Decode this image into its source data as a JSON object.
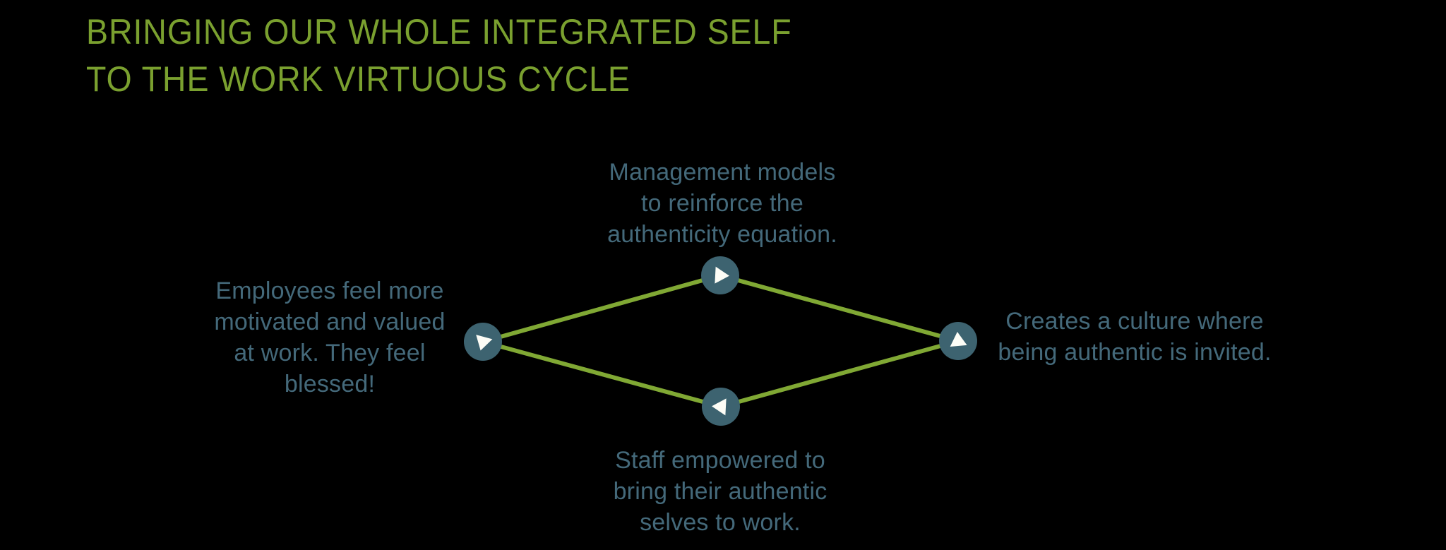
{
  "title": {
    "line1": "BRINGING OUR WHOLE INTEGRATED SELF",
    "line2": "TO THE WORK VIRTUOUS CYCLE"
  },
  "diagram": {
    "type": "virtuous-cycle",
    "shape": "diamond",
    "nodes": [
      {
        "id": "top",
        "position": "top",
        "label": "Management models\nto reinforce the\nauthenticity equation.",
        "icon": "play-arrow-right-icon"
      },
      {
        "id": "right",
        "position": "right",
        "label": "Creates a culture where\nbeing authentic is invited.",
        "icon": "play-arrow-up-icon"
      },
      {
        "id": "bottom",
        "position": "bottom",
        "label": "Staff empowered to\nbring their authentic\nselves to work.",
        "icon": "play-arrow-left-icon"
      },
      {
        "id": "left",
        "position": "left",
        "label": "Employees feel more\nmotivated and valued\nat work. They feel\nblessed!",
        "icon": "play-arrow-down-icon"
      }
    ]
  },
  "colors": {
    "background": "#000000",
    "title_green": "#7aa02f",
    "edge_green": "#80a834",
    "node_teal": "#3d6370",
    "label_teal": "#44697a",
    "arrow_white": "#fdfdf6"
  }
}
